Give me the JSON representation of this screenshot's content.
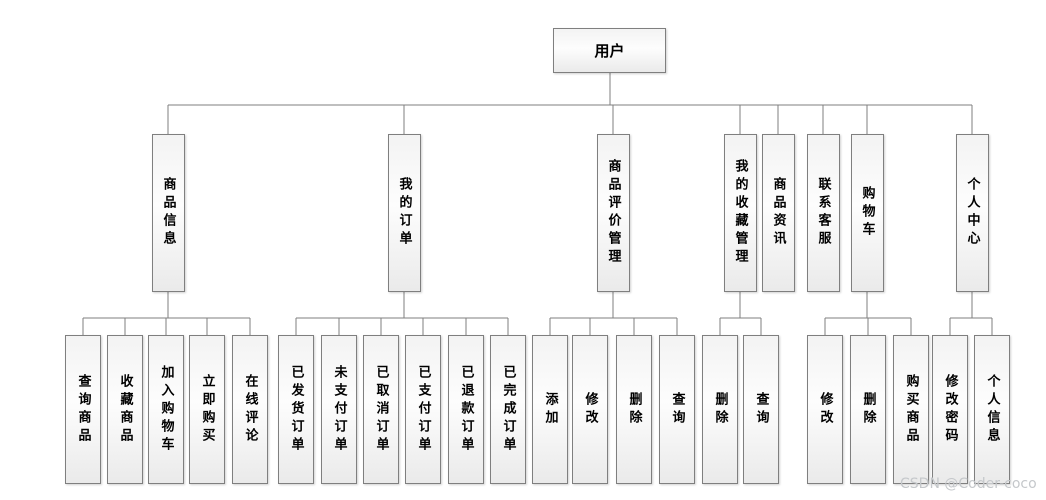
{
  "diagram": {
    "root": {
      "label": "用户"
    },
    "branches": [
      {
        "label": "商品信息",
        "children": [
          "查询商品",
          "收藏商品",
          "加入购物车",
          "立即购买",
          "在线评论"
        ]
      },
      {
        "label": "我的订单",
        "children": [
          "已发货订单",
          "未支付订单",
          "已取消订单",
          "已支付订单",
          "已退款订单",
          "已完成订单"
        ]
      },
      {
        "label": "商品评价管理",
        "children": [
          "添加",
          "修改",
          "删除",
          "查询"
        ]
      },
      {
        "label": "我的收藏管理",
        "children": [
          "删除",
          "查询"
        ]
      },
      {
        "label": "商品资讯",
        "children": []
      },
      {
        "label": "联系客服",
        "children": []
      },
      {
        "label": "购物车",
        "children": [
          "修改",
          "删除",
          "购买商品"
        ]
      },
      {
        "label": "个人中心",
        "children": [
          "修改密码",
          "个人信息"
        ]
      }
    ],
    "watermark": "CSDN @Coder-coco",
    "colors": {
      "line": "#7f7f7f",
      "border": "#7f7f7f",
      "text": "#000000",
      "watermark": "#c5c8cb",
      "background": "#ffffff"
    }
  }
}
